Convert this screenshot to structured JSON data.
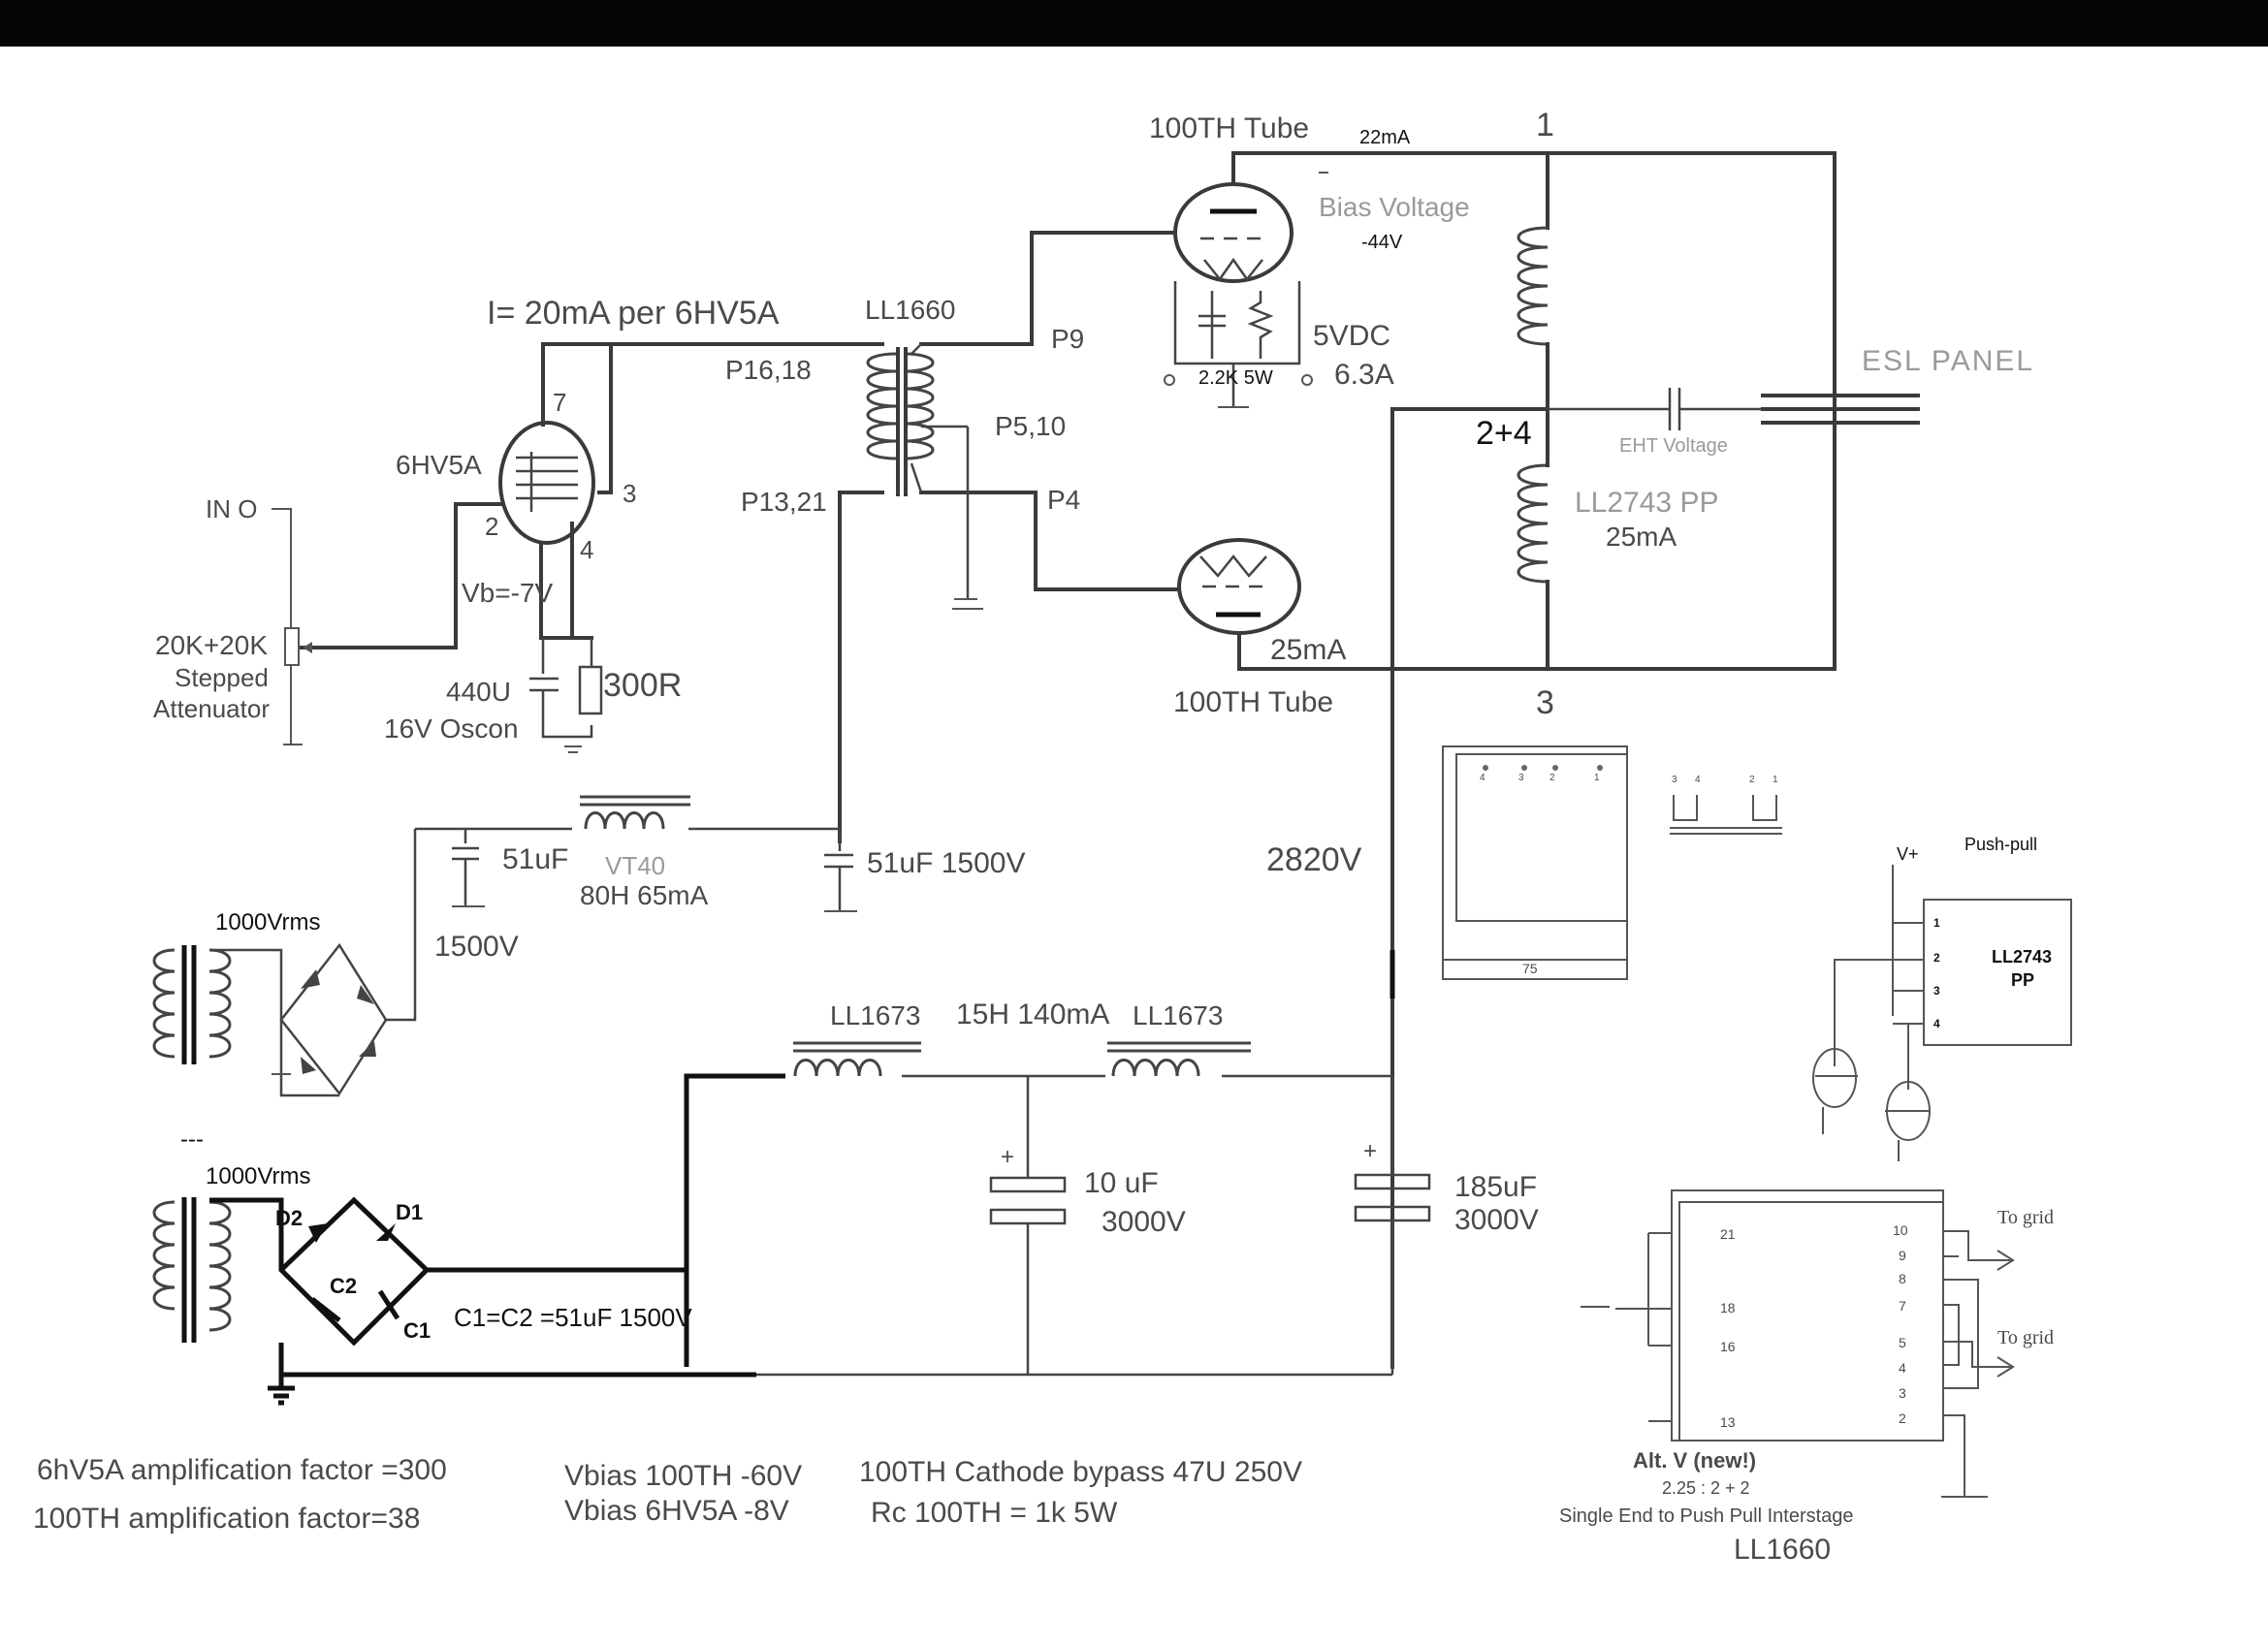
{
  "labels": {
    "tube_top_name": "100TH Tube",
    "tube_top_current": "22mA",
    "bias_voltage_label": "Bias Voltage",
    "bias_voltage_value": "-44V",
    "node_1": "1",
    "node_3": "3",
    "node_24": "2+4",
    "filament_voltage": "5VDC",
    "filament_current": "6.3A",
    "filament_resistor": "2.2K 5W",
    "esl_panel": "ESL PANEL",
    "eht_voltage": "EHT Voltage",
    "output_transformer": "LL2743 PP",
    "output_current": "25mA",
    "tube_bottom_current": "25mA",
    "tube_bottom_name": "100TH Tube",
    "current_per_6hv5a": "I= 20mA per 6HV5A",
    "interstage_name": "LL1660",
    "pin_p16_18": "P16,18",
    "pin_p13_21": "P13,21",
    "pin_p9": "P9",
    "pin_p5_10": "P5,10",
    "pin_p4": "P4",
    "driver_tube": "6HV5A",
    "pin_7": "7",
    "pin_3": "3",
    "pin_2": "2",
    "pin_4": "4",
    "vb": "Vb=-7V",
    "input": "IN O",
    "attenuator_1": "20K+20K",
    "attenuator_2": "Stepped",
    "attenuator_3": "Attenuator",
    "cathode_cap": "440U",
    "cathode_cap_2": "16V Oscon",
    "cathode_res": "300R",
    "choke_name": "VT40",
    "choke_spec": "80H 65mA",
    "cap_51uf_left": "51uF",
    "cap_51uf_right": "51uF  1500V",
    "cap_1500v_left": "1500V",
    "voltage_2820": "2820V",
    "psu1_vrms": "1000Vrms",
    "psu2_vrms": "1000Vrms",
    "choke_l1": "LL1673",
    "choke_mid": "15H 140mA",
    "choke_l2": "LL1673",
    "cap_10uf": "10 uF",
    "cap_10uf_v": "3000V",
    "cap_185uf": "185uF",
    "cap_185uf_v": "3000V",
    "plus": "+",
    "d1": "D1",
    "d2": "D2",
    "c1": "C1",
    "c2": "C2",
    "c1c2": "C1=C2 =51uF 1500V",
    "dash": "---",
    "outline_dim": "75",
    "pp_title": "Push-pull",
    "vplus": "V+",
    "pp_box_1": "LL2743",
    "pp_box_2": "PP",
    "alt_title": "Alt. V  (new!)",
    "alt_ratio": "2.25 : 2 + 2",
    "alt_desc": "Single End to Push Pull Interstage",
    "alt_name": "LL1660",
    "to_grid_1": "To grid",
    "to_grid_2": "To grid",
    "note_1": "6hV5A amplification factor =300",
    "note_2": "100TH amplification factor=38",
    "note_3": "Vbias 100TH -60V",
    "note_4": "Vbias 6HV5A  -8V",
    "note_5": "100TH Cathode bypass  47U 250V",
    "note_6": "Rc 100TH = 1k 5W"
  },
  "pp_pins": [
    "1",
    "2",
    "3",
    "4"
  ],
  "outline_pins": [
    "4",
    "3",
    "2",
    "1"
  ],
  "alt_left_pins": [
    "21",
    "18",
    "16",
    "13"
  ],
  "alt_right_pins": [
    "10",
    "9",
    "8",
    "7",
    "5",
    "4",
    "3",
    "2"
  ],
  "mini_pins": [
    "3",
    "4",
    "2",
    "1"
  ]
}
